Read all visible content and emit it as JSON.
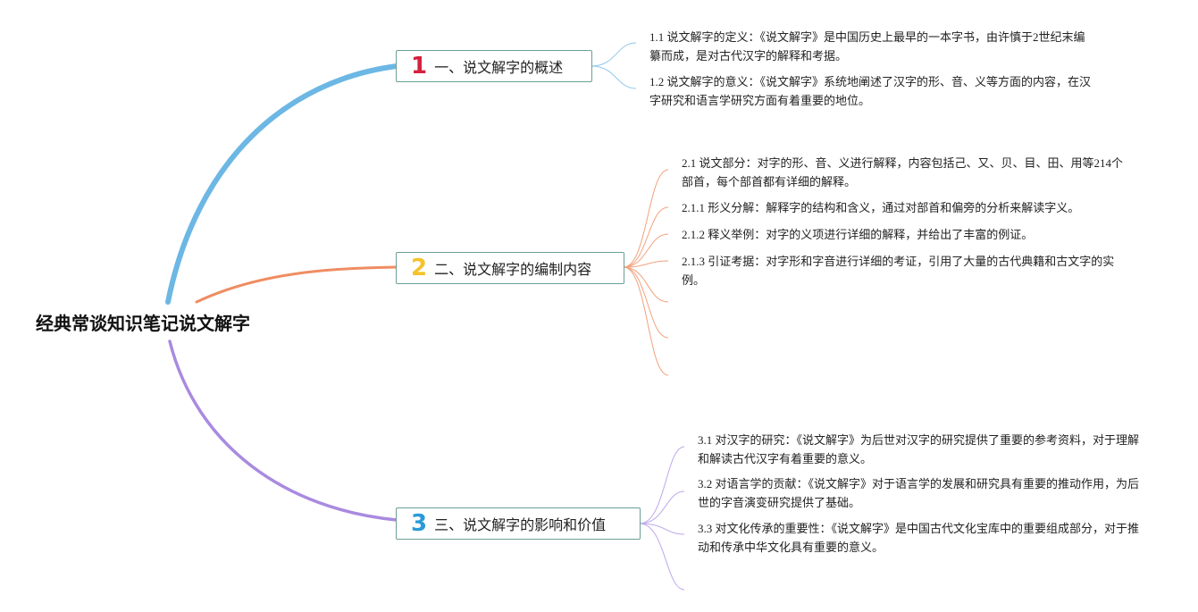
{
  "root": {
    "title": "经典常谈知识笔记说文解字"
  },
  "branches": [
    {
      "number": "1",
      "label": "一、说文解字的概述",
      "color": "#d4213d",
      "line_color": "#6cb7e4",
      "items": [
        "1.1 说文解字的定义：《说文解字》是中国历史上最早的一本字书，由许慎于2世纪末编纂而成，是对古代汉字的解释和考据。",
        "1.2 说文解字的意义：《说文解字》系统地阐述了汉字的形、音、义等方面的内容，在汉字研究和语言学研究方面有着重要的地位。"
      ]
    },
    {
      "number": "2",
      "label": "二、说文解字的编制内容",
      "color": "#f5c22a",
      "line_color": "#ef8d62",
      "items": [
        "2.1 说文部分：对字的形、音、义进行解释，内容包括己、又、贝、目、田、用等214个部首，每个部首都有详细的解释。",
        "2.1.1 形义分解：解释字的结构和含义，通过对部首和偏旁的分析来解读字义。",
        "2.1.2 释义举例：对字的义项进行详细的解释，并给出了丰富的例证。",
        "2.1.3 引证考据：对字形和字音进行详细的考证，引用了大量的古代典籍和古文字的实例。"
      ]
    },
    {
      "number": "3",
      "label": "三、说文解字的影响和价值",
      "color": "#2b9ad8",
      "line_color": "#a98ae0",
      "items": [
        "3.1 对汉字的研究：《说文解字》为后世对汉字的研究提供了重要的参考资料，对于理解和解读古代汉字有着重要的意义。",
        "3.2 对语言学的贡献：《说文解字》对于语言学的发展和研究具有重要的推动作用，为后世的字音演变研究提供了基础。",
        "3.3 对文化传承的重要性：《说文解字》是中国古代文化宝库中的重要组成部分，对于推动和传承中华文化具有重要的意义。"
      ]
    }
  ]
}
